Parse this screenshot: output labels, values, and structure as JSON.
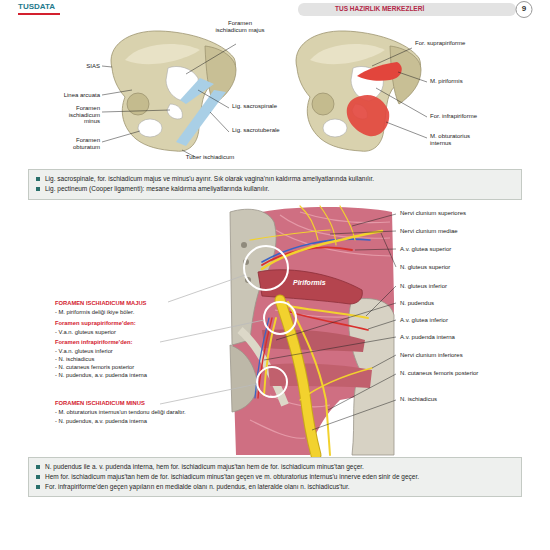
{
  "diagram": {
    "nodes": [
      {
        "text": [
          "Lig. sacrospinale, for. ischiadicum majus ve minus'u ayırır. Sık olarak vagina'nın kaldırma ameliyatlarında kullanılır.",
          "Lig. pectineum (Cooper ligamenti): mesane kaldırma ameliyatlarında kullanılır."
        ]
      },
      {
        "text": [
          "N. pudendus ile a. v. pudenda interna, hem for. ischiadicum majus'tan hem de for. ischiadicum minus'tan geçer.",
          "Hem for. ischiadicum majus'tan hem de for. ischiadicum minus'tan geçen ve m. obturatorius internus'u innerve eden sinir de geçer.",
          "For. infrapiriforme'den geçen yapıların en medialde olanı n. pudendus, en lateralde olanı n. ischiadicus'tur."
        ]
      }
    ],
    "labels": [
      "TUSDATA",
      "TUS HAZIRLIK MERKEZLERİ",
      "9",
      "Foramen ischiadicum majus",
      "SIAS",
      "Linea arcuata",
      "Foramen ischiadicum minus",
      "Lig. sacrospinale",
      "Foramen obturatum",
      "Lig. sacrotuberale",
      "Tuber ischiadicum",
      "For. suprapiriforme",
      "M. piriformis",
      "For. infrapiriforme",
      "M. obturatorius internus",
      "FORAMEN ISCHIADICUM MAJUS",
      "- M. piriformis deliği ikiye böler.",
      "Foramen suprapiriforme'den:",
      "- V.a.n. gluteus superior",
      "Foramen infrapiriforme'den:",
      "- V.a.n. gluteus inferior",
      "- N. ischiadicus",
      "- N. cutaneus femoris posterior",
      "- N. pudendus, a.v. pudenda interna",
      "FORAMEN ISCHIADICUM MINUS",
      "- M. obturatorius internus'un tendonu deliği daraltır.",
      "- N. pudendus, a.v. pudenda interna",
      "Nervi clunium superiores",
      "Nervi clunium mediae",
      "A.v. glutea superior",
      "N. gluteus superior",
      "N. gluteus inferior",
      "N. pudendus",
      "A.v. glutea inferior",
      "A.v. pudenda interna",
      "Nervi clunium inferiores",
      "N. cutaneus femoris posterior",
      "N. ischiadicus",
      "Piriformis"
    ]
  }
}
